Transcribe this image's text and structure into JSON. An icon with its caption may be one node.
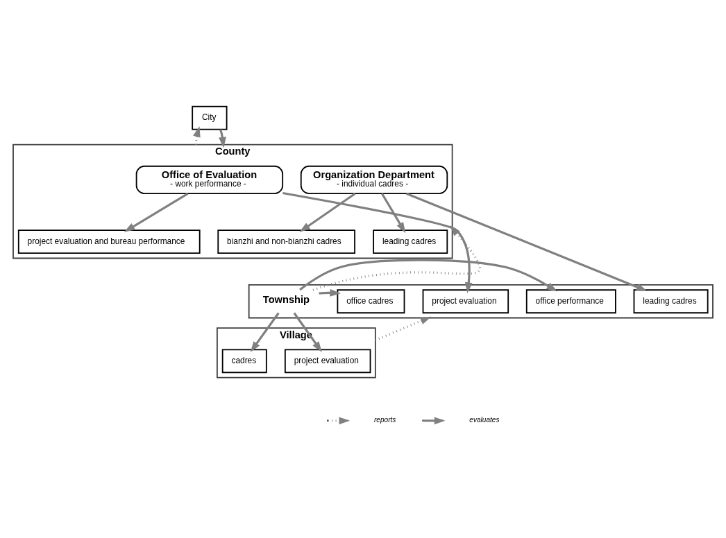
{
  "diagram": {
    "nodes": [
      {
        "text": [
          "City"
        ]
      },
      {
        "text": [
          "County"
        ]
      },
      {
        "text": [
          "Office of Evaluation",
          "- work performance -"
        ],
        "in": 1
      },
      {
        "text": [
          "Organization Department",
          "- individual cadres -"
        ],
        "in": 1
      },
      {
        "text": [
          "project evaluation and bureau performance"
        ],
        "in": 1
      },
      {
        "text": [
          "bianzhi and non-bianzhi cadres"
        ],
        "in": 1
      },
      {
        "text": [
          "leading cadres"
        ],
        "in": 1
      },
      {
        "text": [
          "Township"
        ]
      },
      {
        "text": [
          "project evaluation"
        ],
        "in": 7
      },
      {
        "text": [
          "office performance"
        ],
        "in": 7
      },
      {
        "text": [
          "office cadres"
        ],
        "in": 7
      },
      {
        "text": [
          "leading cadres"
        ],
        "in": 7
      },
      {
        "text": [
          "Village"
        ]
      },
      {
        "text": [
          "project evaluation"
        ],
        "in": 12
      },
      {
        "text": [
          "cadres"
        ],
        "in": 12
      }
    ],
    "edges": [
      {
        "from": 0,
        "to": 1,
        "arrow": "to"
      },
      {
        "from": 2,
        "to": 4,
        "arrow": "to"
      },
      {
        "from": 3,
        "to": 5,
        "arrow": "to"
      },
      {
        "from": 3,
        "to": 6,
        "arrow": "to"
      },
      {
        "from": 2,
        "to": 8,
        "arrow": "to"
      },
      {
        "from": 3,
        "to": 11,
        "arrow": "to"
      },
      {
        "from": 7,
        "to": 9,
        "arrow": "to"
      },
      {
        "from": 7,
        "to": 10,
        "arrow": "to"
      },
      {
        "from": 7,
        "to": 13,
        "arrow": "to"
      },
      {
        "from": 7,
        "to": 14,
        "arrow": "to"
      },
      {
        "from": 1,
        "to": 0,
        "arrow": "to",
        "style": "dashed"
      },
      {
        "from": 7,
        "to": 1,
        "arrow": "to",
        "style": "dashed"
      },
      {
        "from": 12,
        "to": 7,
        "arrow": "to",
        "style": "dashed"
      }
    ],
    "legend": [
      {
        "text": "reports"
      },
      {
        "text": "evaluates"
      }
    ]
  }
}
